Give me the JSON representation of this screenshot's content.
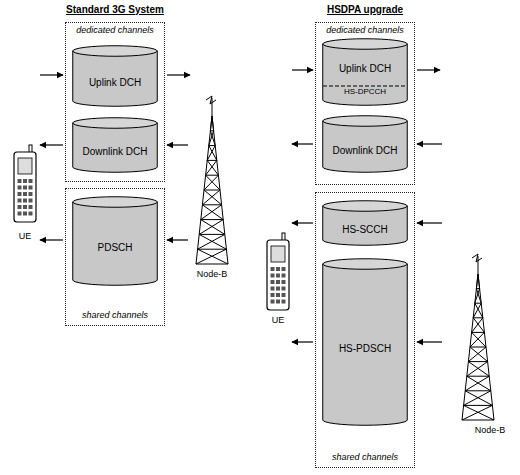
{
  "diagram": {
    "nodes": [
      {
        "text": [
          "dedicated channels"
        ]
      },
      {
        "text": [
          "Uplink DCH"
        ],
        "in": 0
      },
      {
        "text": [
          "Downlink DCH"
        ],
        "in": 0
      },
      {
        "text": [
          "shared channels"
        ]
      },
      {
        "text": [
          "PDSCH"
        ],
        "in": 3
      },
      {
        "text": [
          "dedicated channels"
        ]
      },
      {
        "text": [
          "Uplink DCH",
          "HS-DPCCH"
        ],
        "in": 5
      },
      {
        "text": [
          "Downlink DCH"
        ],
        "in": 5
      },
      {
        "text": [
          "shared channels"
        ]
      },
      {
        "text": [
          "HS-SCCH"
        ],
        "in": 8
      },
      {
        "text": [
          "HS-PDSCH"
        ],
        "in": 8
      }
    ],
    "labels": [
      "Standard 3G System",
      "HSDPA upgrade",
      "UE",
      "Node-B",
      "UE",
      "Node-B"
    ]
  }
}
